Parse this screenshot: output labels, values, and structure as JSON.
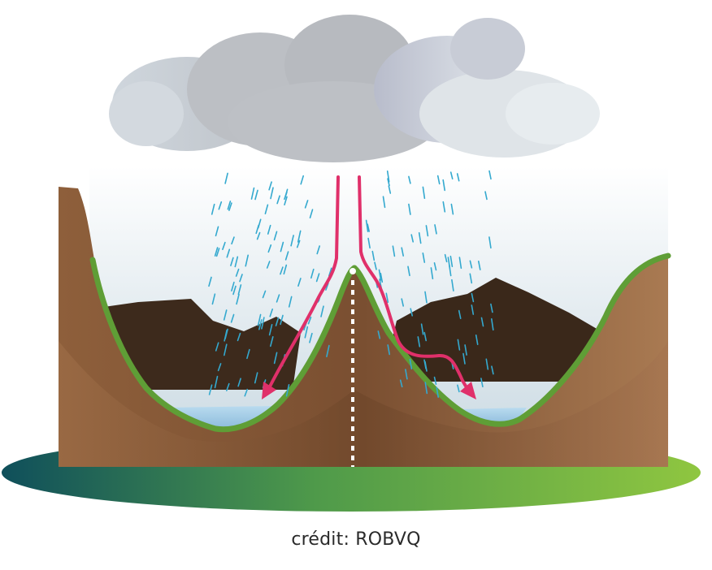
{
  "diagram": {
    "credit_text": "crédit: ROBVQ",
    "elements": [
      "rain-cloud",
      "rain-drops",
      "mountain-ridge",
      "watershed-divide",
      "runoff-arrow-left",
      "runoff-arrow-right",
      "lake-left",
      "lake-right",
      "ground-ellipse"
    ]
  },
  "colors": {
    "cloud": "#c7cbd0",
    "rain": "#34a9cf",
    "runoff_arrow": "#e0306a",
    "divide_line": "#ffffff",
    "mountain_brown": "#94643e",
    "far_mountain": "#3d2a1c",
    "grass": "#5f9e36",
    "lake": "#9ec9e6",
    "ground_dark": "#0f4f5b",
    "ground_light": "#8fc640",
    "sky_top": "#ffffff",
    "sky_bottom": "#cfdde5"
  }
}
